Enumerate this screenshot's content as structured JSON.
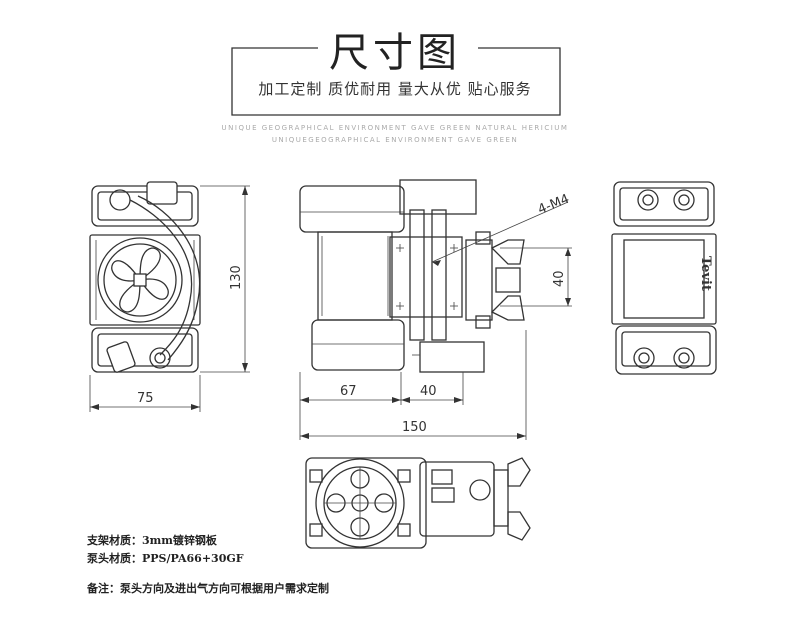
{
  "header": {
    "title": "尺寸图",
    "subtitle": "加工定制 质优耐用 量大从优 贴心服务",
    "en_line1": "UNIQUE GEOGRAPHICAL ENVIRONMENT GAVE GREEN NATURAL HERICIUM",
    "en_line2": "UNIQUEGEOGRAPHICAL ENVIRONMENT GAVE GREEN"
  },
  "dimensions": {
    "height": "130",
    "width_front": "75",
    "d67": "67",
    "d40": "40",
    "d150": "150",
    "hole_span": "40",
    "holes": "4-M4"
  },
  "brand": "Tevit",
  "notes": {
    "bracket": "支架材质：3mm镀锌钢板",
    "pump_head": "泵头材质：PPS/PA66+30GF",
    "remark": "备注：泵头方向及进出气方向可根据用户需求定制"
  },
  "colors": {
    "line": "#333333",
    "accent_gray": "#aaaaaa"
  }
}
